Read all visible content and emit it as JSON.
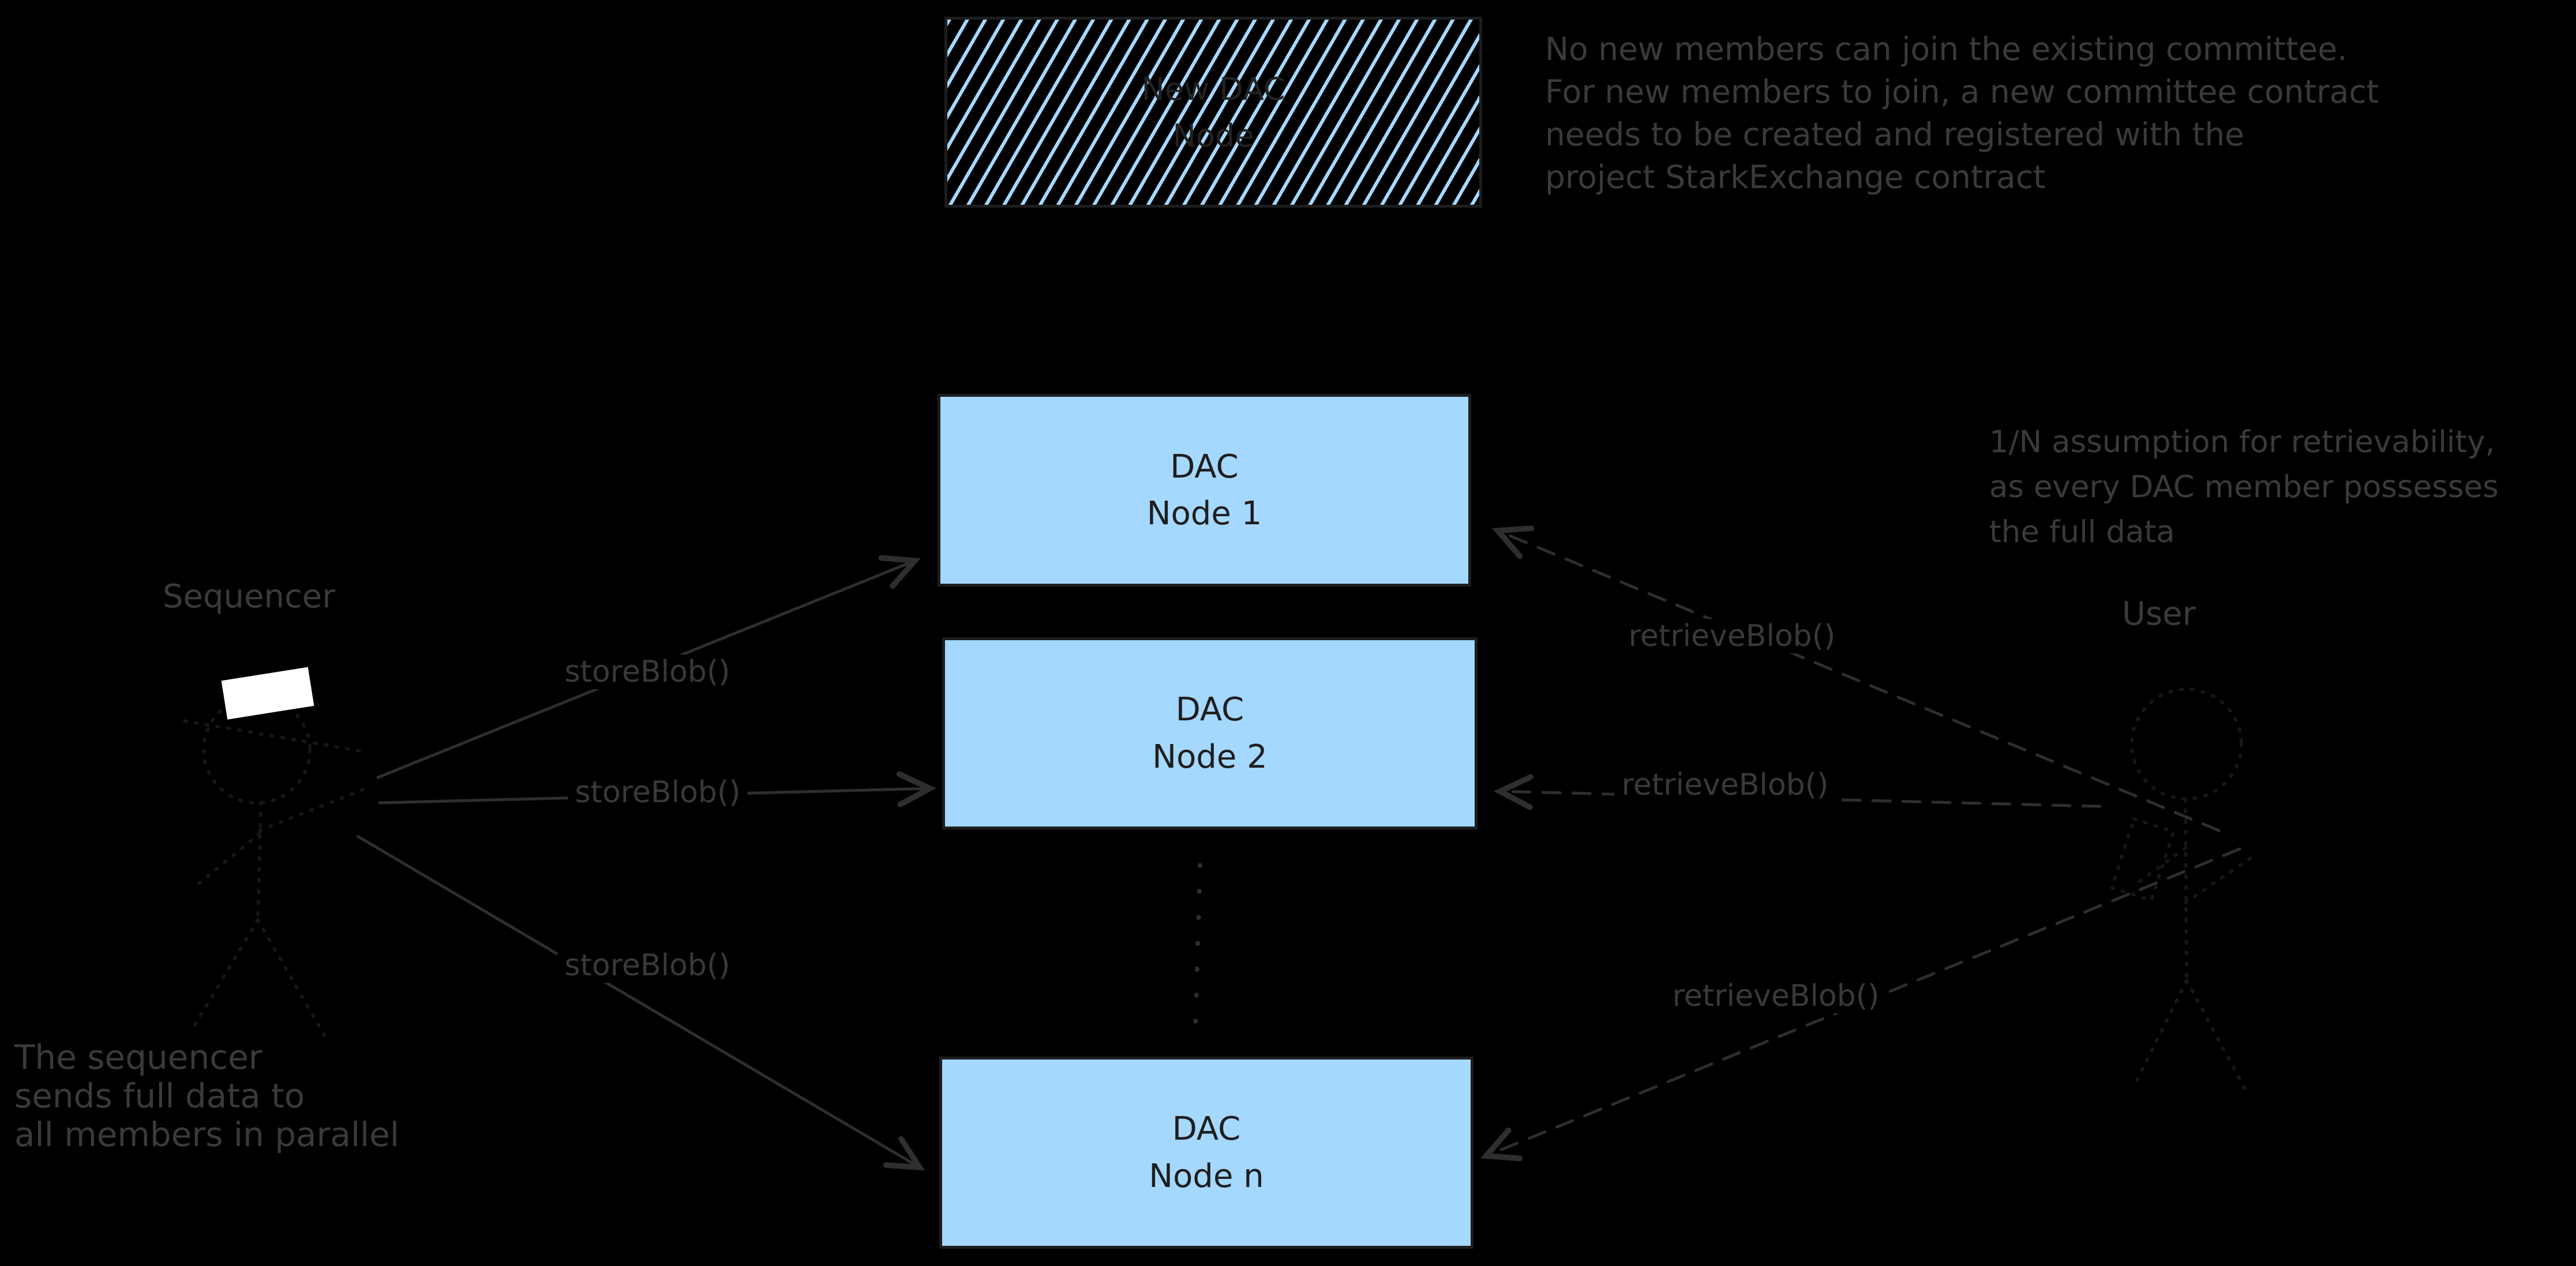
{
  "diagram": {
    "boxes": {
      "new_dac": {
        "label": "New DAC\nNode"
      },
      "node1": {
        "label": "DAC\nNode 1"
      },
      "node2": {
        "label": "DAC\nNode 2"
      },
      "noden": {
        "label": "DAC\nNode n"
      }
    },
    "actors": {
      "sequencer_label": "Sequencer",
      "user_label": "User"
    },
    "calls": {
      "store_label": "storeBlob()",
      "retrieve_label": "retrieveBlob()"
    },
    "notes": {
      "committee": "No new members can join the existing committee.\nFor new members to join, a new committee contract\nneeds to be created and registered with the\nproject StarkExchange contract",
      "retrievability": "1/N assumption for retrievability,\nas every DAC member possesses\nthe full data",
      "parallel": "The sequencer\nsends full data to\nall members in parallel"
    },
    "colors": {
      "node_fill": "#a5d8ff",
      "ink_dark": "#1e1e1e",
      "annotation_gray": "#3a3a3a",
      "background": "#000000",
      "sequencer_paper": "#ffffff"
    }
  }
}
